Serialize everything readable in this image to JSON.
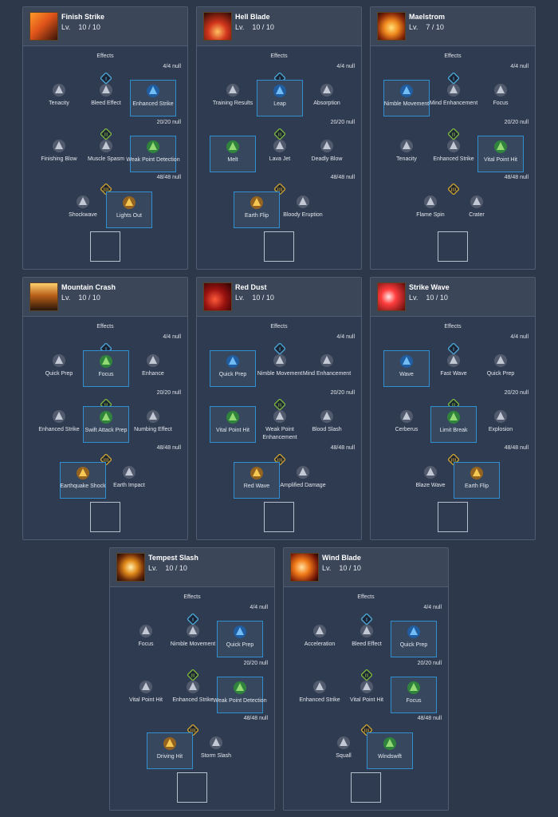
{
  "effects_label": "Effects",
  "tier_labels": [
    "4/4 null",
    "20/20 null",
    "48/48 null"
  ],
  "tier_numerals": [
    "I",
    "II",
    "III"
  ],
  "colors": {
    "accent": "#2f8fd0",
    "tier_gold": "#c9a032",
    "tier_green": "#7bb342",
    "tier_blue": "#4aa6d6"
  },
  "skills": [
    {
      "name": "Finish Strike",
      "level": "Lv.    10 / 10",
      "icon": "finish-strike-icon",
      "tiers": [
        [
          {
            "name": "Tenacity",
            "icon": "tenacity-icon"
          },
          {
            "name": "Bleed Effect",
            "icon": "bleed-effect-icon"
          },
          {
            "name": "Enhanced Strike",
            "icon": "enhanced-strike-icon",
            "selected": true
          }
        ],
        [
          {
            "name": "Finishing Blow",
            "icon": "finishing-blow-icon"
          },
          {
            "name": "Muscle Spasm",
            "icon": "muscle-spasm-icon"
          },
          {
            "name": "Weak Point Detection",
            "icon": "weak-point-detection-icon",
            "selected": true
          }
        ],
        [
          {
            "name": "Shockwave",
            "icon": "shockwave-icon"
          },
          {
            "name": "Lights Out",
            "icon": "lights-out-icon",
            "selected": true
          }
        ]
      ]
    },
    {
      "name": "Hell Blade",
      "level": "Lv.    10 / 10",
      "icon": "hell-blade-icon",
      "tiers": [
        [
          {
            "name": "Training Results",
            "icon": "training-results-icon"
          },
          {
            "name": "Leap",
            "icon": "leap-icon",
            "selected": true
          },
          {
            "name": "Absorption",
            "icon": "absorption-icon"
          }
        ],
        [
          {
            "name": "Melt",
            "icon": "melt-icon",
            "selected": true
          },
          {
            "name": "Lava Jet",
            "icon": "lava-jet-icon"
          },
          {
            "name": "Deadly Blow",
            "icon": "deadly-blow-icon"
          }
        ],
        [
          {
            "name": "Earth Flip",
            "icon": "earth-flip-icon",
            "selected": true
          },
          {
            "name": "Bloody Eruption",
            "icon": "bloody-eruption-icon"
          }
        ]
      ]
    },
    {
      "name": "Maelstrom",
      "level": "Lv.    7 / 10",
      "icon": "maelstrom-icon",
      "tiers": [
        [
          {
            "name": "Nimble Movement",
            "icon": "nimble-movement-icon",
            "selected": true
          },
          {
            "name": "Mind Enhancement",
            "icon": "mind-enhancement-icon"
          },
          {
            "name": "Focus",
            "icon": "focus-icon"
          }
        ],
        [
          {
            "name": "Tenacity",
            "icon": "tenacity-icon"
          },
          {
            "name": "Enhanced Strike",
            "icon": "enhanced-strike-icon"
          },
          {
            "name": "Vital Point Hit",
            "icon": "vital-point-hit-icon",
            "selected": true
          }
        ],
        [
          {
            "name": "Flame Spin",
            "icon": "flame-spin-icon"
          },
          {
            "name": "Crater",
            "icon": "crater-icon"
          }
        ]
      ]
    },
    {
      "name": "Mountain Crash",
      "level": "Lv.    10 / 10",
      "icon": "mountain-crash-icon",
      "tiers": [
        [
          {
            "name": "Quick Prep",
            "icon": "quick-prep-icon"
          },
          {
            "name": "Focus",
            "icon": "focus-icon",
            "selected": true
          },
          {
            "name": "Enhance",
            "icon": "enhance-icon"
          }
        ],
        [
          {
            "name": "Enhanced Strike",
            "icon": "enhanced-strike-icon"
          },
          {
            "name": "Swift Attack Prep",
            "icon": "swift-attack-prep-icon",
            "selected": true
          },
          {
            "name": "Numbing Effect",
            "icon": "numbing-effect-icon"
          }
        ],
        [
          {
            "name": "Earthquake Shock",
            "icon": "earthquake-shock-icon",
            "selected": true
          },
          {
            "name": "Earth Impact",
            "icon": "earth-impact-icon"
          }
        ]
      ]
    },
    {
      "name": "Red Dust",
      "level": "Lv.    10 / 10",
      "icon": "red-dust-icon",
      "tiers": [
        [
          {
            "name": "Quick Prep",
            "icon": "quick-prep-icon",
            "selected": true
          },
          {
            "name": "Nimble Movement",
            "icon": "nimble-movement-icon"
          },
          {
            "name": "Mind Enhancement",
            "icon": "mind-enhancement-icon"
          }
        ],
        [
          {
            "name": "Vital Point Hit",
            "icon": "vital-point-hit-icon",
            "selected": true
          },
          {
            "name": "Weak Point Enhancement",
            "icon": "weak-point-enhancement-icon"
          },
          {
            "name": "Blood Slash",
            "icon": "blood-slash-icon"
          }
        ],
        [
          {
            "name": "Red Wave",
            "icon": "red-wave-icon",
            "selected": true
          },
          {
            "name": "Amplified Damage",
            "icon": "amplified-damage-icon"
          }
        ]
      ]
    },
    {
      "name": "Strike Wave",
      "level": "Lv.    10 / 10",
      "icon": "strike-wave-icon",
      "tiers": [
        [
          {
            "name": "Wave",
            "icon": "wave-icon",
            "selected": true
          },
          {
            "name": "Fast Wave",
            "icon": "fast-wave-icon"
          },
          {
            "name": "Quick Prep",
            "icon": "quick-prep-icon"
          }
        ],
        [
          {
            "name": "Cerberus",
            "icon": "cerberus-icon"
          },
          {
            "name": "Limit Break",
            "icon": "limit-break-icon",
            "selected": true
          },
          {
            "name": "Explosion",
            "icon": "explosion-icon"
          }
        ],
        [
          {
            "name": "Blaze Wave",
            "icon": "blaze-wave-icon"
          },
          {
            "name": "Earth Flip",
            "icon": "earth-flip-icon",
            "selected": true
          }
        ]
      ]
    },
    {
      "name": "Tempest Slash",
      "level": "Lv.    10 / 10",
      "icon": "tempest-slash-icon",
      "tiers": [
        [
          {
            "name": "Focus",
            "icon": "focus-icon"
          },
          {
            "name": "Nimble Movement",
            "icon": "nimble-movement-icon"
          },
          {
            "name": "Quick Prep",
            "icon": "quick-prep-icon",
            "selected": true
          }
        ],
        [
          {
            "name": "Vital Point Hit",
            "icon": "vital-point-hit-icon"
          },
          {
            "name": "Enhanced Strike",
            "icon": "enhanced-strike-icon"
          },
          {
            "name": "Weak Point Detection",
            "icon": "weak-point-detection-icon",
            "selected": true
          }
        ],
        [
          {
            "name": "Driving Hit",
            "icon": "driving-hit-icon",
            "selected": true
          },
          {
            "name": "Storm Slash",
            "icon": "storm-slash-icon"
          }
        ]
      ]
    },
    {
      "name": "Wind Blade",
      "level": "Lv.    10 / 10",
      "icon": "wind-blade-icon",
      "tiers": [
        [
          {
            "name": "Acceleration",
            "icon": "acceleration-icon"
          },
          {
            "name": "Bleed Effect",
            "icon": "bleed-effect-icon"
          },
          {
            "name": "Quick Prep",
            "icon": "quick-prep-icon",
            "selected": true
          }
        ],
        [
          {
            "name": "Enhanced Strike",
            "icon": "enhanced-strike-icon"
          },
          {
            "name": "Vital Point Hit",
            "icon": "vital-point-hit-icon"
          },
          {
            "name": "Focus",
            "icon": "focus-icon",
            "selected": true
          }
        ],
        [
          {
            "name": "Squall",
            "icon": "squall-icon"
          },
          {
            "name": "Windswift",
            "icon": "windswift-icon",
            "selected": true
          }
        ]
      ]
    }
  ]
}
